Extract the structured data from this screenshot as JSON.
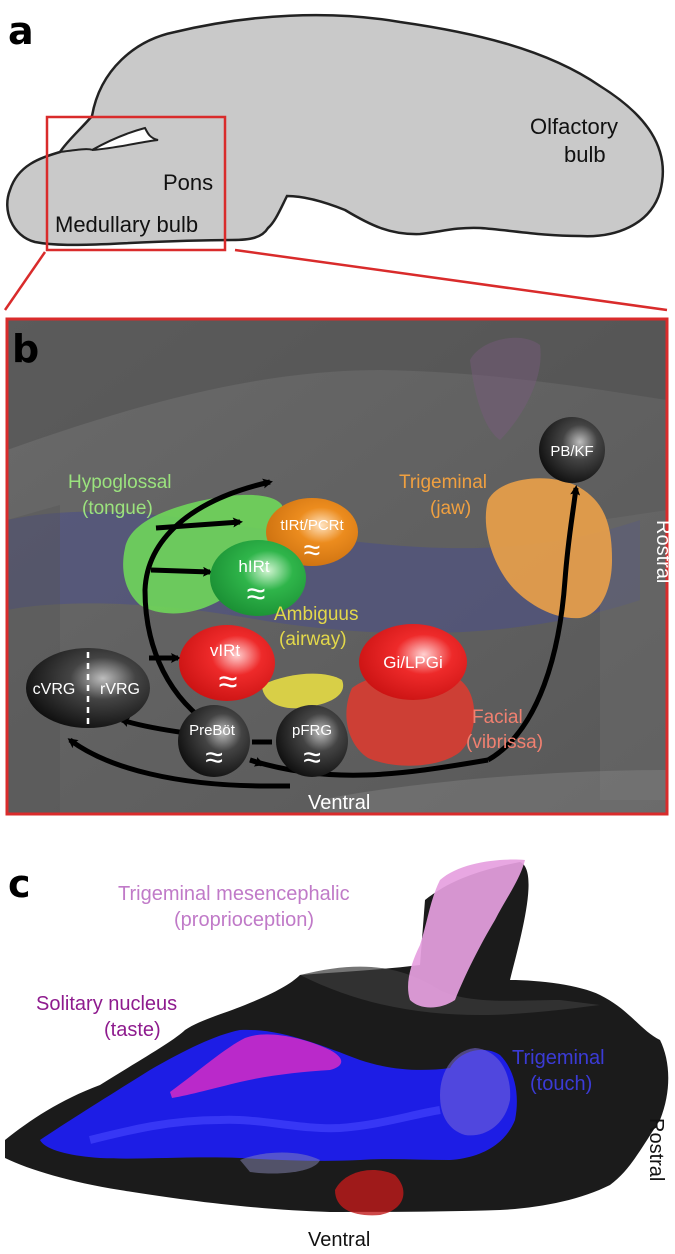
{
  "panel_a": {
    "letter": "a",
    "labels": {
      "olfactory_1": "Olfactory",
      "olfactory_2": "bulb",
      "pons": "Pons",
      "medullary": "Medullary bulb"
    }
  },
  "panel_b": {
    "letter": "b",
    "regions": {
      "hypoglossal_1": "Hypoglossal",
      "hypoglossal_2": "(tongue)",
      "trigeminal_1": "Trigeminal",
      "trigeminal_2": "(jaw)",
      "ambiguus_1": "Ambiguus",
      "ambiguus_2": "(airway)",
      "facial_1": "Facial",
      "facial_2": "(vibrissa)"
    },
    "nodes": {
      "tirt": "tIRt/PCRt",
      "hirt": "hIRt",
      "virt": "vIRt",
      "gi": "Gi/LPGi",
      "cvrg": "cVRG",
      "rvrg": "rVRG",
      "prebot": "PreBöt",
      "pfrg": "pFRG",
      "pbkf": "PB/KF"
    },
    "oscillator_symbol": "≈",
    "rostral": "Rostral",
    "ventral": "Ventral"
  },
  "panel_c": {
    "letter": "c",
    "labels": {
      "mes_1": "Trigeminal mesencephalic",
      "mes_2": "(proprioception)",
      "sol_1": "Solitary nucleus",
      "sol_2": "(taste)",
      "trig_1": "Trigeminal",
      "trig_2": "(touch)"
    },
    "rostral": "Rostral",
    "ventral": "Ventral"
  },
  "colors": {
    "frame_red": "#d92b2b",
    "hypoglossal": "#9be37e",
    "trigeminal": "#f0a040",
    "ambiguus": "#e3d84a",
    "facial": "#f08070",
    "mesencephalic": "#c07ac8",
    "solitary": "#8e1b8e",
    "touch": "#3b3bd6"
  }
}
